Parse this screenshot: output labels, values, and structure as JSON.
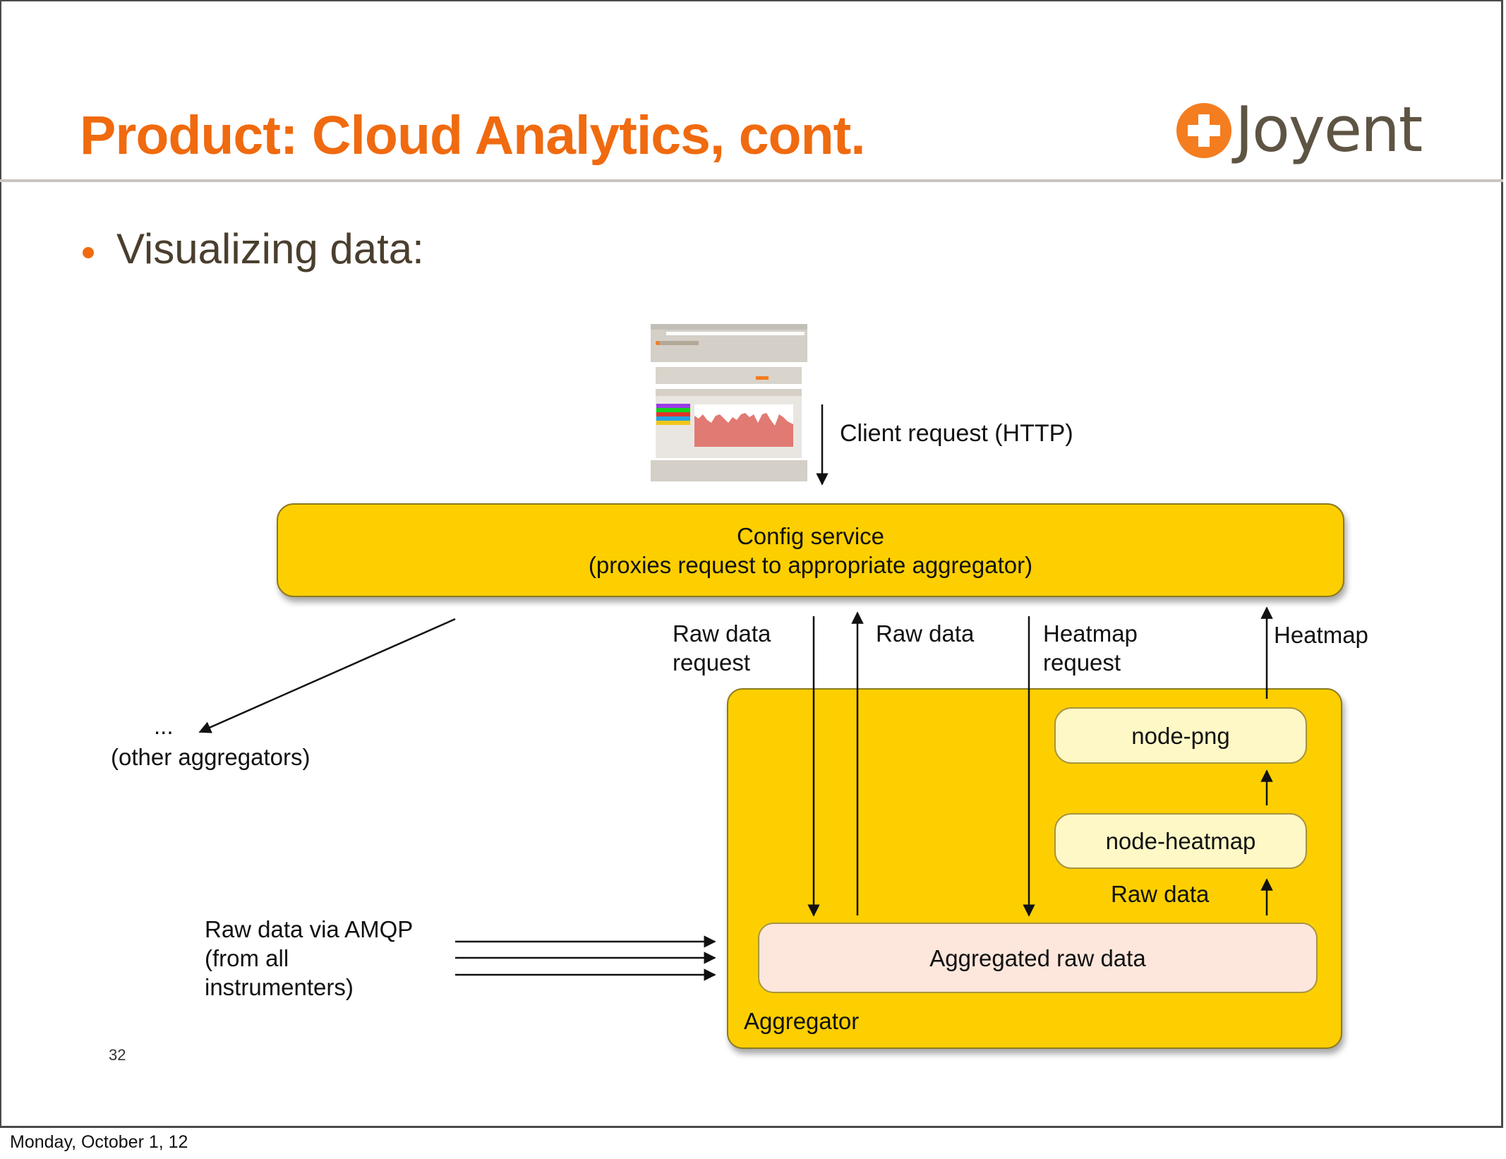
{
  "slide": {
    "title": "Product: Cloud Analytics, cont.",
    "logo": {
      "name": "Joyent",
      "icon": "plus-circle-icon",
      "brand_color": "#F47D20",
      "text_color": "#5E5443"
    },
    "bullets": [
      {
        "text": "Visualizing data:"
      }
    ],
    "page_number": "32",
    "accent_color": "#F06A0F"
  },
  "diagram": {
    "thumbnail": {
      "description": "Cloud Analytics portal screenshot",
      "legend_colors": [
        "#9B3BE6",
        "#12D21B",
        "#E0352A",
        "#23A3E0",
        "#F2C619"
      ],
      "chart_color": "#E07A72"
    },
    "client_request_label": "Client request (HTTP)",
    "config_service": {
      "line1": "Config service",
      "line2": "(proxies request to appropriate aggregator)",
      "fill": "#FDCF00"
    },
    "other_aggregators": {
      "ellipsis": "...",
      "label": "(other aggregators)"
    },
    "flow_labels": {
      "raw_data_request_1": "Raw data",
      "raw_data_request_2": "request",
      "raw_data": "Raw data",
      "heatmap_request_1": "Heatmap",
      "heatmap_request_2": "request",
      "heatmap": "Heatmap"
    },
    "aggregator": {
      "label": "Aggregator",
      "node_png": "node-png",
      "node_heatmap": "node-heatmap",
      "raw_data_label": "Raw data",
      "aggregated_raw_data": "Aggregated raw data",
      "fill": "#FDCF00",
      "node_fill": "#FEF8C6",
      "raw_fill": "#FDE6DB"
    },
    "amqp": {
      "line1": "Raw data via AMQP",
      "line2": "(from all",
      "line3": "instrumenters)"
    }
  },
  "footer": {
    "date": "Monday, October 1, 12"
  }
}
